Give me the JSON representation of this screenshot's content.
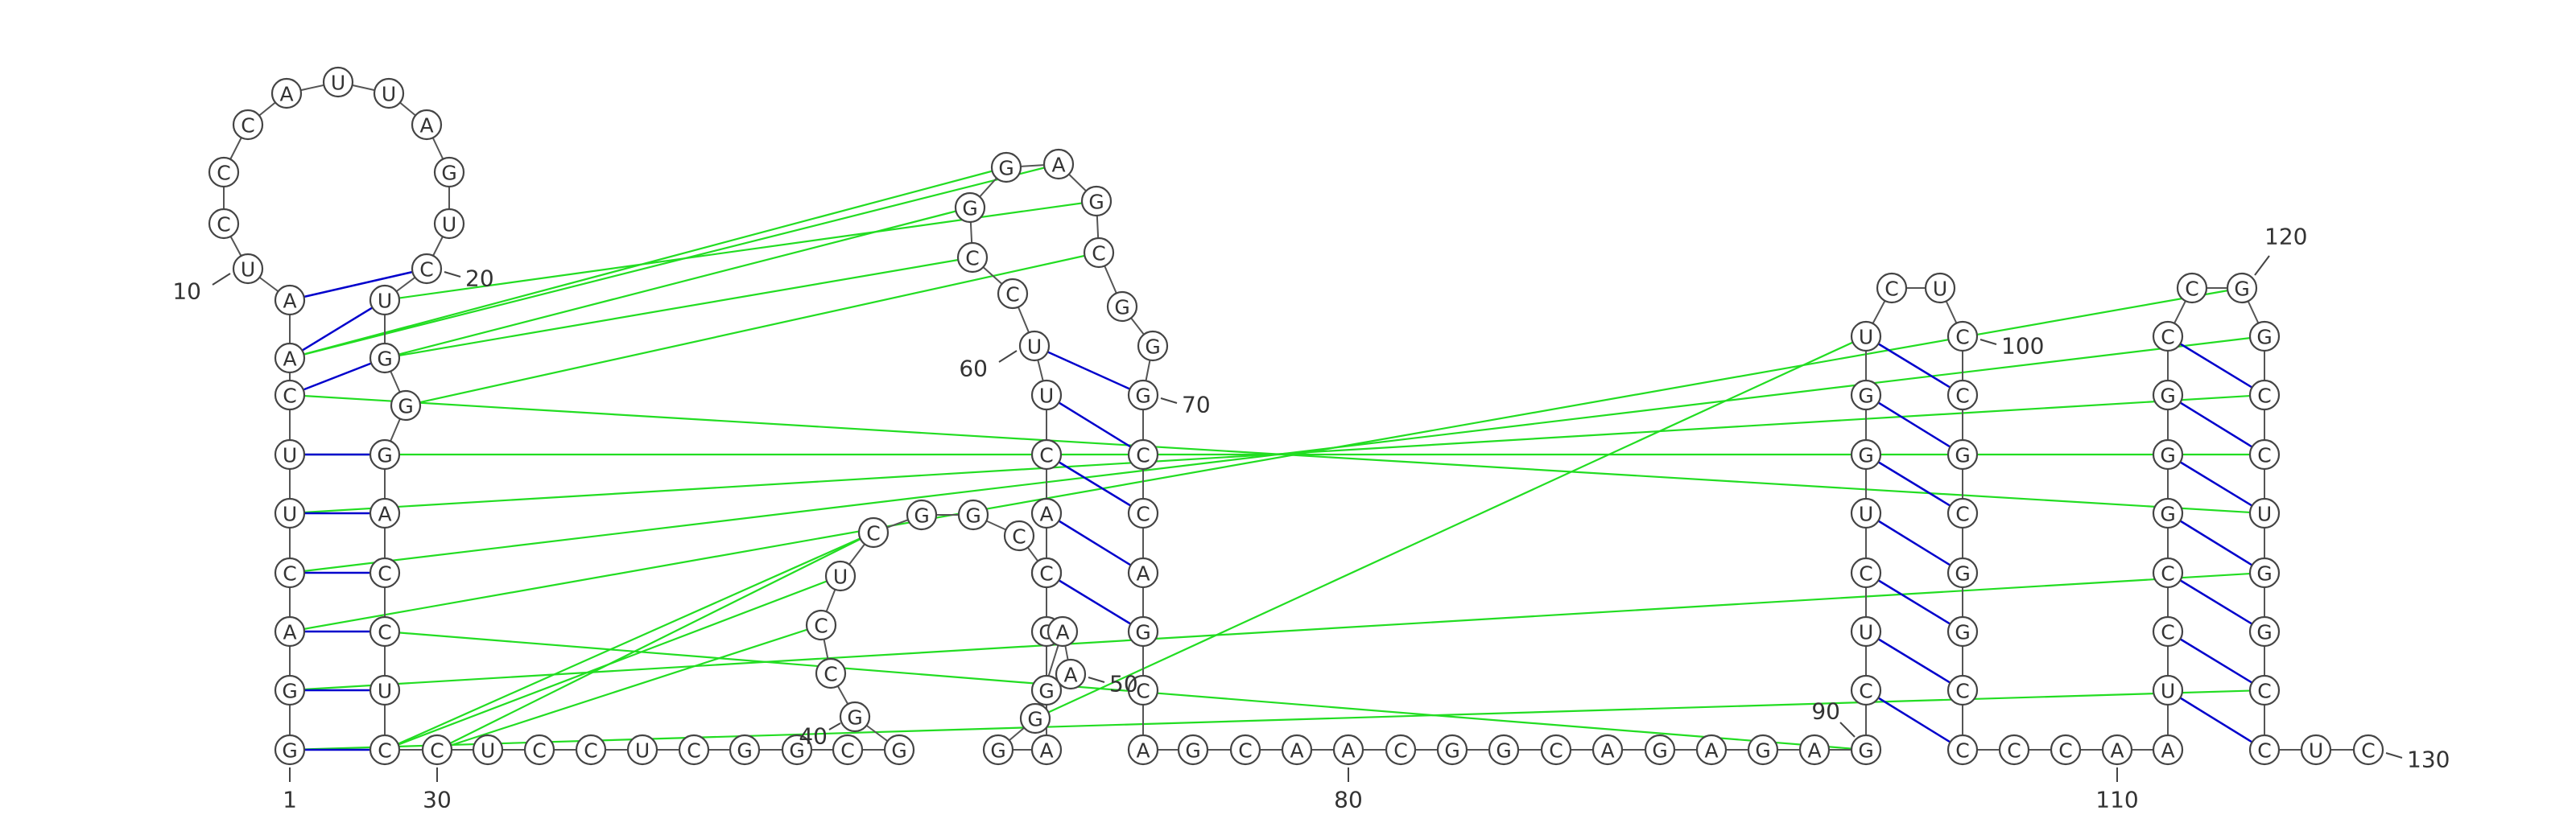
{
  "structure": {
    "sequence": "GGACUUCAAUCCCAUUAGUCUGGGACCUCCUCCUCGGCGGCCUCGGCCGGAAGGACACUUCCGGAGCGGGCCAGCAGCAACGGCAGAGAGCUCUGGUCUCCGCGGCCCCAAUCCGGGCCGGCCUGGCCUC",
    "length": 130,
    "numbering": [
      "1",
      "10",
      "20",
      "30",
      "40",
      "50",
      "60",
      "70",
      "80",
      "90",
      "100",
      "110",
      "120",
      "130"
    ]
  },
  "colors": {
    "backbone": "#555555",
    "canonical_pair": "#0000cc",
    "wobble_pair": "#0000cc",
    "pseudoknot": "#22dd22"
  }
}
